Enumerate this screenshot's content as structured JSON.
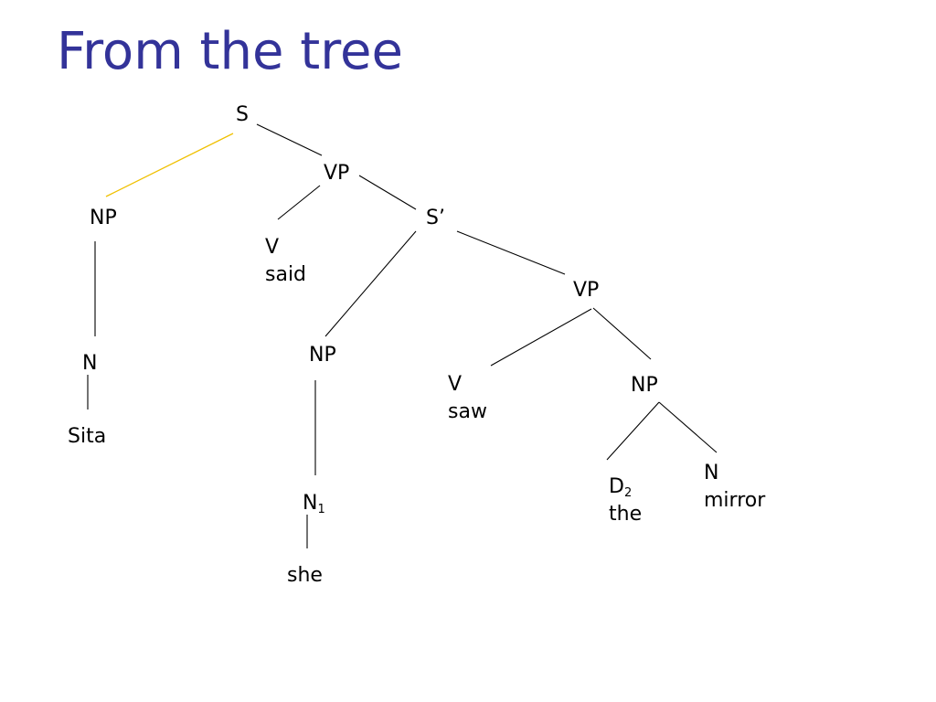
{
  "slide": {
    "title": "From the tree",
    "title_color": "#333399"
  },
  "tree": {
    "line_color": "#000000",
    "highlight_color": "#f0c000",
    "nodes": {
      "s": "S",
      "vp_top": "VP",
      "np_subject": "NP",
      "v_said": {
        "cat": "V",
        "word": "said"
      },
      "s_prime": "S’",
      "n_sita": "N",
      "word_sita": "Sita",
      "np_embedded": "NP",
      "vp_embedded": "VP",
      "v_saw": {
        "cat": "V",
        "word": "saw"
      },
      "np_object": "NP",
      "n1": {
        "cat": "N",
        "index": "1"
      },
      "word_she": "she",
      "d2": {
        "cat": "D",
        "index": "2",
        "word": "the"
      },
      "n_mirror": {
        "cat": "N",
        "word": "mirror"
      }
    }
  }
}
